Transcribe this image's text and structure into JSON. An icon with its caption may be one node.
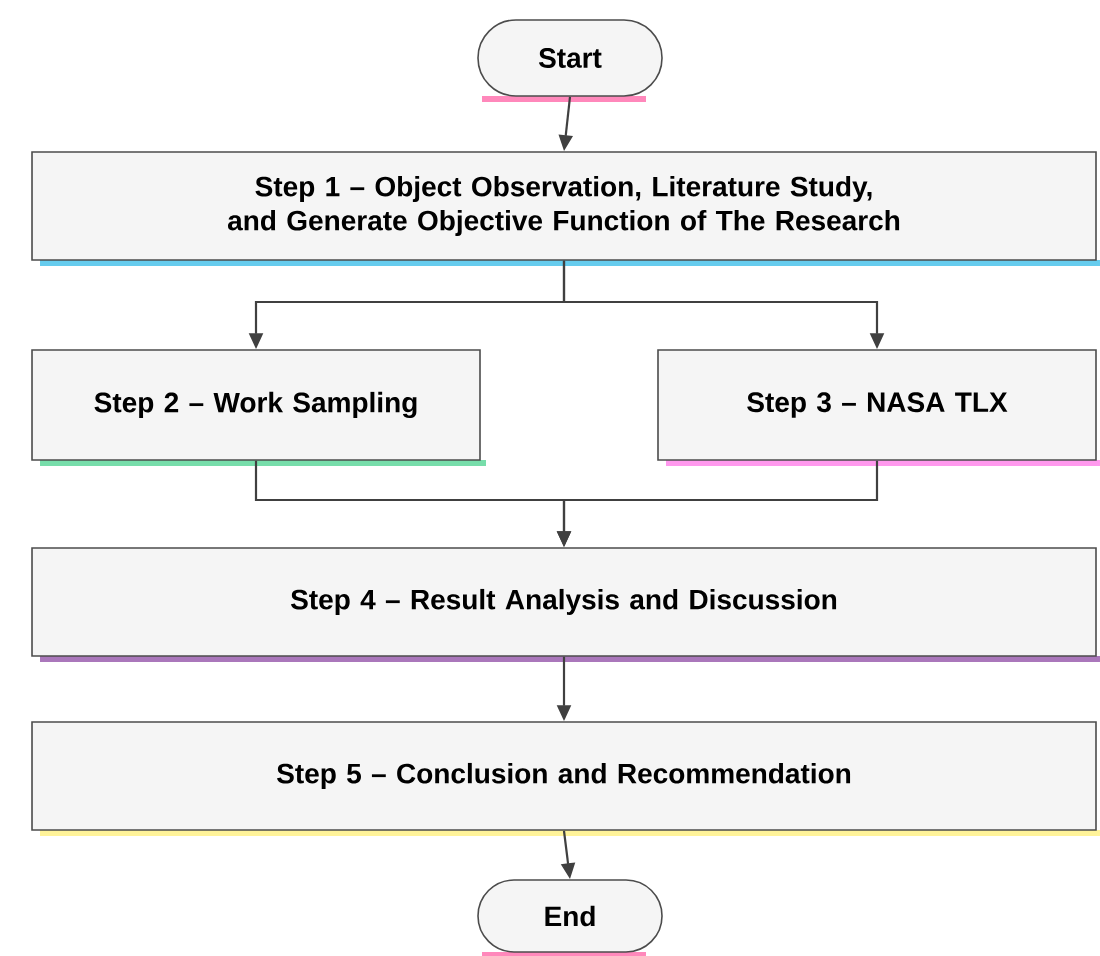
{
  "diagram": {
    "nodes": [
      {
        "text": [
          "Start"
        ]
      },
      {
        "text": [
          "Step 1 – Object Observation, Literature Study, and Generate Objective Function of The Research"
        ]
      },
      {
        "text": [
          "Step 2 – Work Sampling"
        ]
      },
      {
        "text": [
          "Step 3 – NASA TLX"
        ]
      },
      {
        "text": [
          "Step 4 – Result Analysis and Discussion"
        ]
      },
      {
        "text": [
          "Step 5 – Conclusion and Recommendation"
        ]
      },
      {
        "text": [
          "End"
        ]
      }
    ],
    "edges": [
      {
        "from": 0,
        "to": 1,
        "arrow": "to"
      },
      {
        "from": 1,
        "to": 2,
        "arrow": "to"
      },
      {
        "from": 1,
        "to": 3,
        "arrow": "to"
      },
      {
        "from": 2,
        "to": 4,
        "arrow": "to"
      },
      {
        "from": 3,
        "to": 4,
        "arrow": "to"
      },
      {
        "from": 4,
        "to": 5,
        "arrow": "to"
      },
      {
        "from": 5,
        "to": 6,
        "arrow": "to"
      }
    ]
  }
}
